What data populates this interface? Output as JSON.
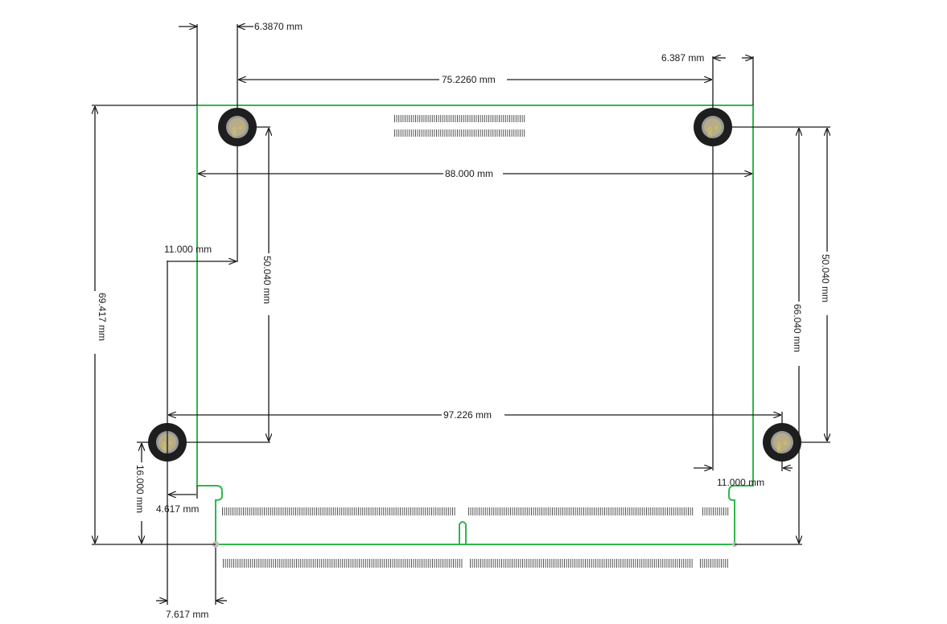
{
  "dimensions": {
    "top_offset": "6.3870 mm",
    "top_right_offset": "6.387 mm",
    "top_span": "75.2260 mm",
    "board_width": "88.000 mm",
    "left_hole_offset": "11.000 mm",
    "right_hole_offset": "11.000 mm",
    "vertical_left_inner": "50.040 mm",
    "vertical_right_outer": "50.040 mm",
    "vertical_right_inner": "66.040 mm",
    "board_height": "69.417 mm",
    "bottom_hole_height": "16.000 mm",
    "bottom_span": "97.226 mm",
    "edge_offset": "4.617 mm",
    "bottom_offset": "7.617 mm"
  },
  "holes": [
    {
      "label": "GND",
      "net": "0"
    },
    {
      "label": "GND",
      "net": "0"
    },
    {
      "label": "GND",
      "net": "0"
    },
    {
      "label": "GND",
      "net": "0"
    }
  ],
  "colors": {
    "board_outline": "#2eb84a",
    "dimension_lines": "#1a1a1a",
    "pad_text": "#e8d24a"
  }
}
